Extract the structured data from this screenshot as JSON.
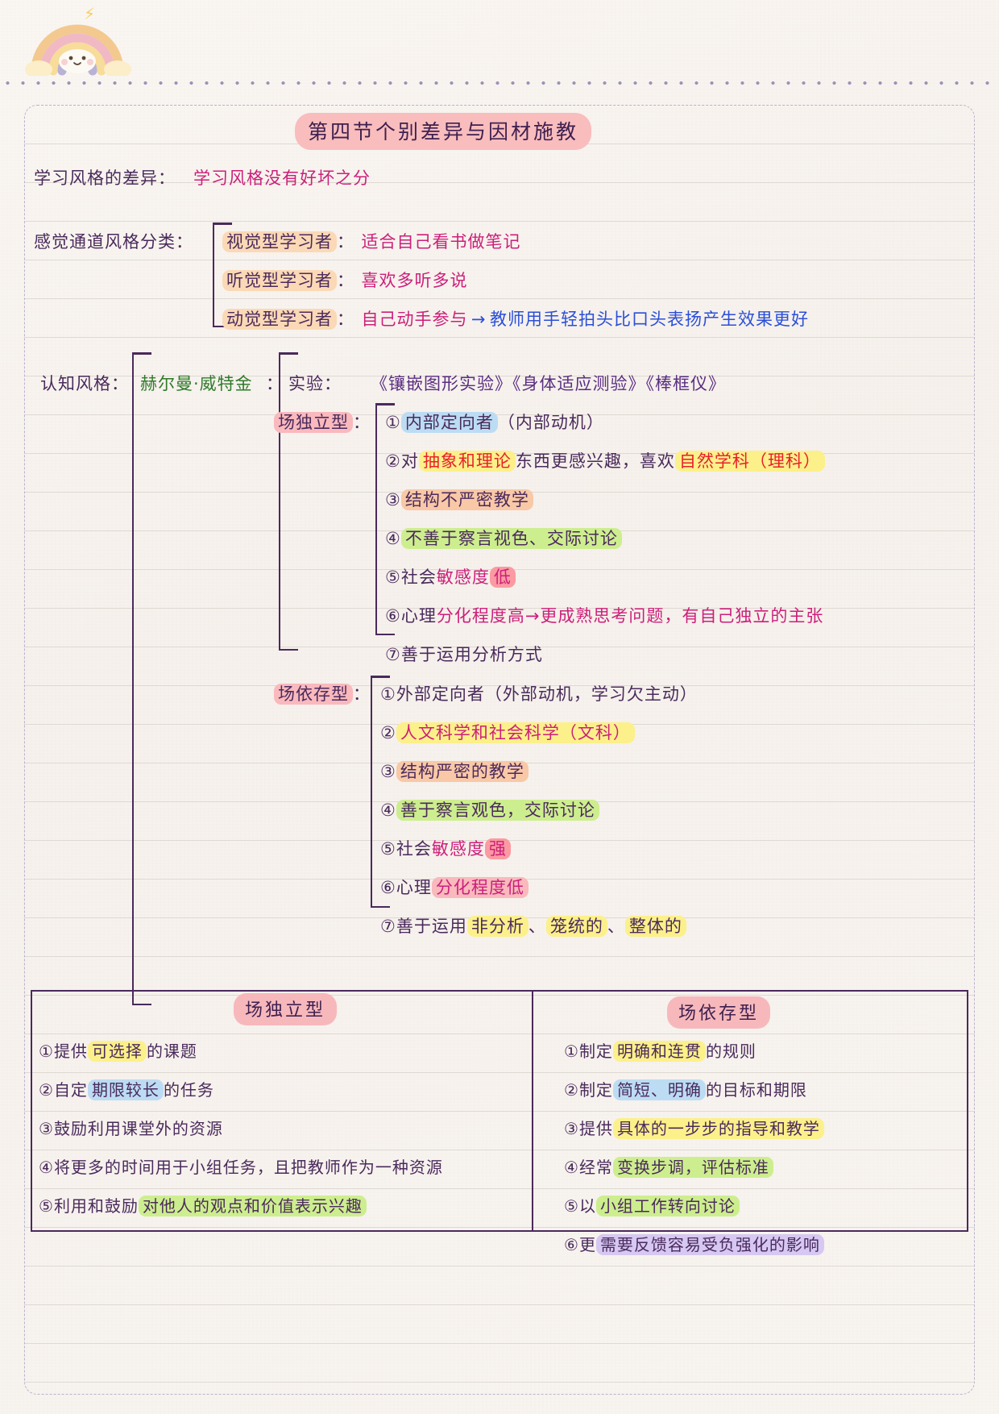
{
  "page": {
    "background_color": "#f7f3ef",
    "ink_color": "#4a2a5c"
  },
  "header": {
    "decoration_icon": "rainbow-icon",
    "sparkle_icon": "sparkle-icon"
  },
  "title": "第四节个别差异与因材施教",
  "sections": {
    "learning_style": {
      "label": "学习风格的差异：",
      "value": "学习风格没有好坏之分"
    },
    "sensory_channel": {
      "label": "感觉通道风格分类：",
      "items": [
        {
          "type": "视觉型学习者",
          "sep": "：",
          "desc": "适合自己看书做笔记"
        },
        {
          "type": "听觉型学习者",
          "sep": "：",
          "desc": "喜欢多听多说"
        },
        {
          "type": "动觉型学习者",
          "sep": "：",
          "desc": "自己动手参与",
          "arrow": "→",
          "desc2": "教师用手轻拍头比口头表扬产生效果更好"
        }
      ]
    },
    "cognitive_style": {
      "label": "认知风格：",
      "scholar": "赫尔曼·威特金",
      "scholar_sep": "：",
      "experiment_label": "实验：",
      "experiments": "《镶嵌图形实验》《身体适应测验》《棒框仪》",
      "field_independent": {
        "name": "场独立型",
        "sep": "：",
        "items": [
          {
            "num": "①",
            "parts": [
              {
                "text": "内部定向者",
                "hl": "blue",
                "color": "ink"
              },
              {
                "text": "（内部动机）",
                "hl": "none",
                "color": "ink"
              }
            ]
          },
          {
            "num": "②",
            "parts": [
              {
                "text": "对",
                "hl": "none",
                "color": "ink"
              },
              {
                "text": "抽象和理论",
                "hl": "yellow",
                "color": "red"
              },
              {
                "text": "东西更感兴趣，喜欢",
                "hl": "none",
                "color": "ink"
              },
              {
                "text": "自然学科（理科）",
                "hl": "yellow",
                "color": "red"
              }
            ]
          },
          {
            "num": "③",
            "parts": [
              {
                "text": "结构不严密教学",
                "hl": "peach",
                "color": "ink"
              }
            ]
          },
          {
            "num": "④",
            "parts": [
              {
                "text": "不善于察言视色、交际讨论",
                "hl": "green",
                "color": "ink"
              }
            ]
          },
          {
            "num": "⑤",
            "parts": [
              {
                "text": "社会",
                "hl": "none",
                "color": "ink"
              },
              {
                "text": "敏感度",
                "hl": "none",
                "color": "mag"
              },
              {
                "text": "低",
                "hl": "red",
                "color": "mag"
              }
            ]
          },
          {
            "num": "⑥",
            "parts": [
              {
                "text": "心理",
                "hl": "none",
                "color": "ink"
              },
              {
                "text": "分化程度高",
                "hl": "none",
                "color": "mag"
              },
              {
                "text": "→",
                "hl": "none",
                "color": "mag"
              },
              {
                "text": "更成熟思考问题，有自己独立的主张",
                "hl": "none",
                "color": "mag"
              }
            ]
          },
          {
            "num": "⑦",
            "parts": [
              {
                "text": "善于运用分析方式",
                "hl": "none",
                "color": "ink"
              }
            ]
          }
        ]
      },
      "field_dependent": {
        "name": "场依存型",
        "sep": "：",
        "items": [
          {
            "num": "①",
            "parts": [
              {
                "text": "外部定向者（外部动机，学习欠主动）",
                "hl": "none",
                "color": "ink"
              }
            ]
          },
          {
            "num": "②",
            "parts": [
              {
                "text": "人文科学和社会科学（文科）",
                "hl": "yellow",
                "color": "mag"
              }
            ]
          },
          {
            "num": "③",
            "parts": [
              {
                "text": "结构严密的教学",
                "hl": "peach",
                "color": "ink"
              }
            ]
          },
          {
            "num": "④",
            "parts": [
              {
                "text": "善于察言观色，交际讨论",
                "hl": "green",
                "color": "ink"
              }
            ]
          },
          {
            "num": "⑤",
            "parts": [
              {
                "text": "社会",
                "hl": "none",
                "color": "ink"
              },
              {
                "text": "敏感度",
                "hl": "none",
                "color": "mag"
              },
              {
                "text": "强",
                "hl": "red",
                "color": "mag"
              }
            ]
          },
          {
            "num": "⑥",
            "parts": [
              {
                "text": "心理",
                "hl": "none",
                "color": "ink"
              },
              {
                "text": "分化程度低",
                "hl": "pink",
                "color": "mag"
              }
            ]
          },
          {
            "num": "⑦",
            "parts": [
              {
                "text": "善于运用",
                "hl": "none",
                "color": "ink"
              },
              {
                "text": "非分析",
                "hl": "yellow",
                "color": "ink"
              },
              {
                "text": "、",
                "hl": "none",
                "color": "ink"
              },
              {
                "text": "笼统的",
                "hl": "yellow",
                "color": "ink"
              },
              {
                "text": "、",
                "hl": "none",
                "color": "ink"
              },
              {
                "text": "整体的",
                "hl": "yellow",
                "color": "ink"
              }
            ]
          }
        ]
      }
    }
  },
  "comparison_table": {
    "left": {
      "header": "场独立型",
      "rows": [
        {
          "num": "①",
          "parts": [
            {
              "text": "提供",
              "hl": "none",
              "color": "ink"
            },
            {
              "text": "可选择",
              "hl": "yellow",
              "color": "ink"
            },
            {
              "text": "的课题",
              "hl": "none",
              "color": "ink"
            }
          ]
        },
        {
          "num": "②",
          "parts": [
            {
              "text": "自定",
              "hl": "none",
              "color": "ink"
            },
            {
              "text": "期限较长",
              "hl": "blue",
              "color": "ink"
            },
            {
              "text": "的任务",
              "hl": "none",
              "color": "ink"
            }
          ]
        },
        {
          "num": "③",
          "parts": [
            {
              "text": "鼓励利用课堂外的资源",
              "hl": "none",
              "color": "ink"
            }
          ]
        },
        {
          "num": "④",
          "parts": [
            {
              "text": "将更多的时间用于小组任务，且把教师作为一种资源",
              "hl": "none",
              "color": "ink"
            }
          ]
        },
        {
          "num": "⑤",
          "parts": [
            {
              "text": "利用和鼓励",
              "hl": "none",
              "color": "ink"
            },
            {
              "text": "对他人的观点和价值表示兴趣",
              "hl": "green",
              "color": "ink"
            }
          ]
        }
      ]
    },
    "right": {
      "header": "场依存型",
      "rows": [
        {
          "num": "①",
          "parts": [
            {
              "text": "制定",
              "hl": "none",
              "color": "ink"
            },
            {
              "text": "明确和连贯",
              "hl": "yellow",
              "color": "ink"
            },
            {
              "text": "的规则",
              "hl": "none",
              "color": "ink"
            }
          ]
        },
        {
          "num": "②",
          "parts": [
            {
              "text": "制定",
              "hl": "none",
              "color": "ink"
            },
            {
              "text": "简短、明确",
              "hl": "blue",
              "color": "ink"
            },
            {
              "text": "的目标和期限",
              "hl": "none",
              "color": "ink"
            }
          ]
        },
        {
          "num": "③",
          "parts": [
            {
              "text": "提供",
              "hl": "none",
              "color": "ink"
            },
            {
              "text": "具体的一步步的指导和教学",
              "hl": "yellow",
              "color": "ink"
            }
          ]
        },
        {
          "num": "④",
          "parts": [
            {
              "text": "经常",
              "hl": "none",
              "color": "ink"
            },
            {
              "text": "变换步调，评估标准",
              "hl": "green",
              "color": "ink"
            }
          ]
        },
        {
          "num": "⑤",
          "parts": [
            {
              "text": "以",
              "hl": "none",
              "color": "ink"
            },
            {
              "text": "小组工作转向讨论",
              "hl": "green",
              "color": "ink"
            }
          ]
        },
        {
          "num": "⑥",
          "parts": [
            {
              "text": "更",
              "hl": "none",
              "color": "ink"
            },
            {
              "text": "需要反馈容易受负强化的影响",
              "hl": "purple",
              "color": "ink"
            }
          ]
        }
      ]
    }
  },
  "colors": {
    "highlight_pink": "#f9b9bd",
    "highlight_orange": "#fbd9b6",
    "highlight_yellow": "#fcf08a",
    "highlight_blue": "#bcdcf3",
    "highlight_green": "#cdee8e",
    "highlight_red": "#fb9aa2",
    "highlight_purple": "#d6c8f2",
    "highlight_peach": "#f9c8a6",
    "ink": "#4a2a5c",
    "magenta": "#cc1f7a",
    "blue_ink": "#2b4fd8",
    "red_ink": "#e8202a",
    "green_ink": "#2f7a2a",
    "purple_ink": "#5a2d82"
  }
}
